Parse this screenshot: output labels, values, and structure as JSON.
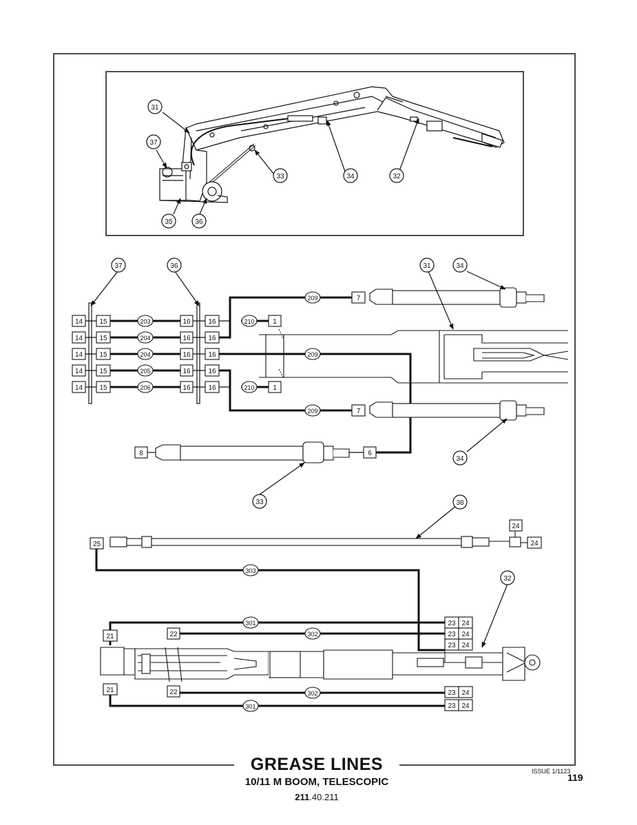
{
  "title": "GREASE LINES",
  "subtitle": "10/11 M BOOM, TELESCOPIC",
  "doc_number_bold": "211",
  "doc_number_rest": ".40.211",
  "issue": "ISSUE 1/1123",
  "page_number": "119",
  "callouts": {
    "c31": "31",
    "c32": "32",
    "c33": "33",
    "c34": "34",
    "c35": "35",
    "c36": "36",
    "c37": "37",
    "c38": "38"
  },
  "labels": {
    "l14": "14",
    "l15": "15",
    "l16": "16",
    "l1": "1",
    "l6": "6",
    "l7": "7",
    "l8": "8",
    "l21": "21",
    "l22": "22",
    "l23": "23",
    "l24": "24",
    "l25": "25",
    "h203": "203",
    "h204": "204",
    "h205": "205",
    "h206": "206",
    "h209": "209",
    "h210": "210",
    "h301": "301",
    "h302": "302",
    "h303": "303"
  }
}
